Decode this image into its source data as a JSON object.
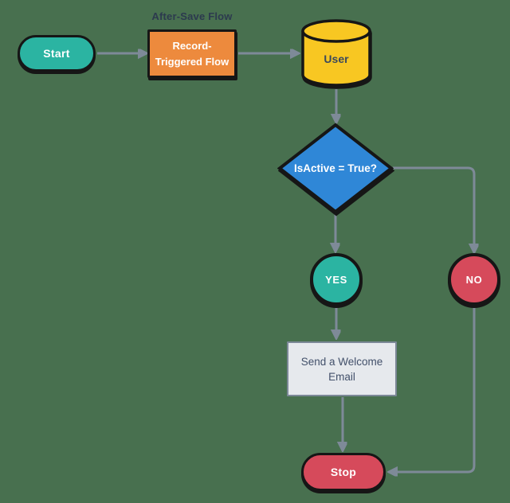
{
  "canvas": {
    "background": "#48704F"
  },
  "style": {
    "connector_color": "#7E8A98",
    "outline_color": "#161616",
    "annotation_text_color": "#2C3A4E"
  },
  "annotation": {
    "text": "After-Save Flow"
  },
  "nodes": {
    "start": {
      "label": "Start",
      "shape": "terminator",
      "fill": "#2BB4A2",
      "text_color": "#FFFFFF"
    },
    "record": {
      "label": "Record-\nTriggered Flow",
      "shape": "process",
      "fill": "#ED8A3D",
      "text_color": "#FFFFFF"
    },
    "user": {
      "label": "User",
      "shape": "database",
      "fill": "#F8C722",
      "text_color": "#3B495C"
    },
    "decision": {
      "label": "IsActive = True?",
      "shape": "decision",
      "fill": "#2F87D7",
      "text_color": "#FFFFFF"
    },
    "yes": {
      "label": "YES",
      "shape": "connector-circle",
      "fill": "#2BB4A2",
      "text_color": "#FFFFFF"
    },
    "no": {
      "label": "NO",
      "shape": "connector-circle",
      "fill": "#D64A5B",
      "text_color": "#FFFFFF"
    },
    "email": {
      "label": "Send a Welcome\nEmail",
      "shape": "process",
      "fill": "#E6E9ED",
      "text_color": "#42506A"
    },
    "stop": {
      "label": "Stop",
      "shape": "terminator",
      "fill": "#D64A5B",
      "text_color": "#FFFFFF"
    }
  },
  "edges": [
    {
      "from": "start",
      "to": "record"
    },
    {
      "from": "record",
      "to": "user"
    },
    {
      "from": "user",
      "to": "decision"
    },
    {
      "from": "decision",
      "to": "yes"
    },
    {
      "from": "decision",
      "to": "no"
    },
    {
      "from": "yes",
      "to": "email"
    },
    {
      "from": "email",
      "to": "stop"
    },
    {
      "from": "no",
      "to": "stop"
    }
  ]
}
